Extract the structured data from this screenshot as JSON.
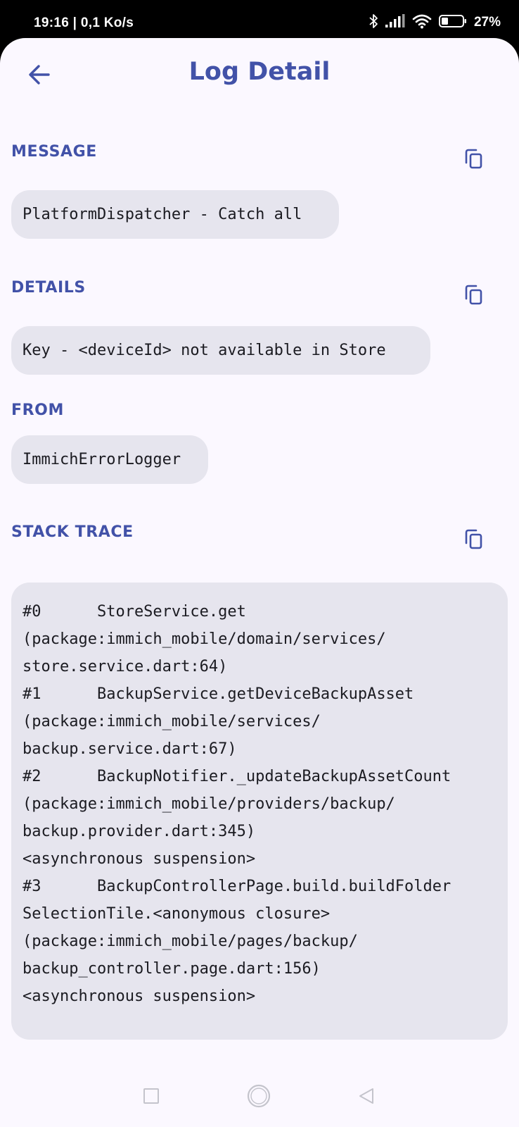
{
  "status_bar": {
    "time": "19:16 | 0,1 Ko/s",
    "battery": "27%",
    "icons": [
      "bluetooth-icon",
      "signal-icon",
      "wifi-icon",
      "battery-icon"
    ]
  },
  "app_bar": {
    "title": "Log Detail",
    "back_icon": "arrow-back-icon"
  },
  "message": {
    "heading": "MESSAGE",
    "value": "PlatformDispatcher - Catch all",
    "copy_icon": "copy-icon"
  },
  "details": {
    "heading": "DETAILS",
    "value": "Key - <deviceId> not available in Store",
    "copy_icon": "copy-icon"
  },
  "from": {
    "heading": "FROM",
    "value": "ImmichErrorLogger"
  },
  "stack_trace": {
    "heading": "STACK TRACE",
    "copy_icon": "copy-icon",
    "lines": [
      "#0      StoreService.get",
      "(package:immich_mobile/domain/services/",
      "store.service.dart:64)",
      "#1      BackupService.getDeviceBackupAsset",
      "(package:immich_mobile/services/",
      "backup.service.dart:67)",
      "#2      BackupNotifier._updateBackupAssetCount",
      "(package:immich_mobile/providers/backup/",
      "backup.provider.dart:345)",
      "<asynchronous suspension>",
      "#3      BackupControllerPage.build.buildFolder",
      "SelectionTile.<anonymous closure>",
      "(package:immich_mobile/pages/backup/",
      "backup_controller.page.dart:156)",
      "<asynchronous suspension>"
    ]
  },
  "nav_bar": {
    "icons": [
      "recents-square-icon",
      "home-circle-icon",
      "back-triangle-icon"
    ]
  },
  "colors": {
    "accent": "#4252a8",
    "background": "#fbf8ff",
    "surface": "#e6e5ee",
    "text": "#1b1b21"
  }
}
